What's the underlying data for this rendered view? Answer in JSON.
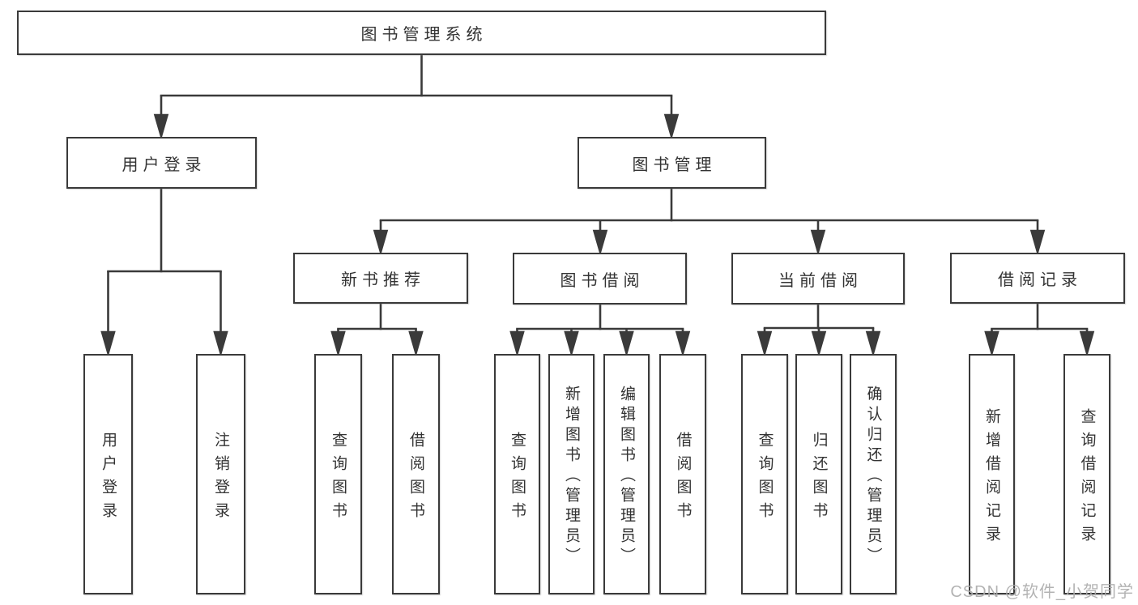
{
  "diagram": {
    "title": "图书管理系统",
    "type": "hierarchy-tree",
    "tree": {
      "root": {
        "label": "图书管理系统"
      },
      "level2": [
        {
          "label": "用户登录",
          "children": [
            {
              "label": "用户登录"
            },
            {
              "label": "注销登录"
            }
          ]
        },
        {
          "label": "图书管理",
          "sections": [
            {
              "label": "新书推荐",
              "children": [
                {
                  "label": "查询图书"
                },
                {
                  "label": "借阅图书"
                }
              ]
            },
            {
              "label": "图书借阅",
              "children": [
                {
                  "label": "查询图书"
                },
                {
                  "label": "新增图书（管理员）"
                },
                {
                  "label": "编辑图书（管理员）"
                },
                {
                  "label": "借阅图书"
                }
              ]
            },
            {
              "label": "当前借阅",
              "children": [
                {
                  "label": "查询图书"
                },
                {
                  "label": "归还图书"
                },
                {
                  "label": "确认归还（管理员）"
                }
              ]
            },
            {
              "label": "借阅记录",
              "children": [
                {
                  "label": "新增借阅记录"
                },
                {
                  "label": "查询借阅记录"
                }
              ]
            }
          ]
        }
      ]
    },
    "colors": {
      "line": "#3a3a3a",
      "box_border": "#3a3a3a",
      "box_background": "#ffffff",
      "label_text": "#333333",
      "watermark_text": "#acacac"
    }
  },
  "watermark": {
    "text": "CSDN @软件_小贺同学"
  }
}
